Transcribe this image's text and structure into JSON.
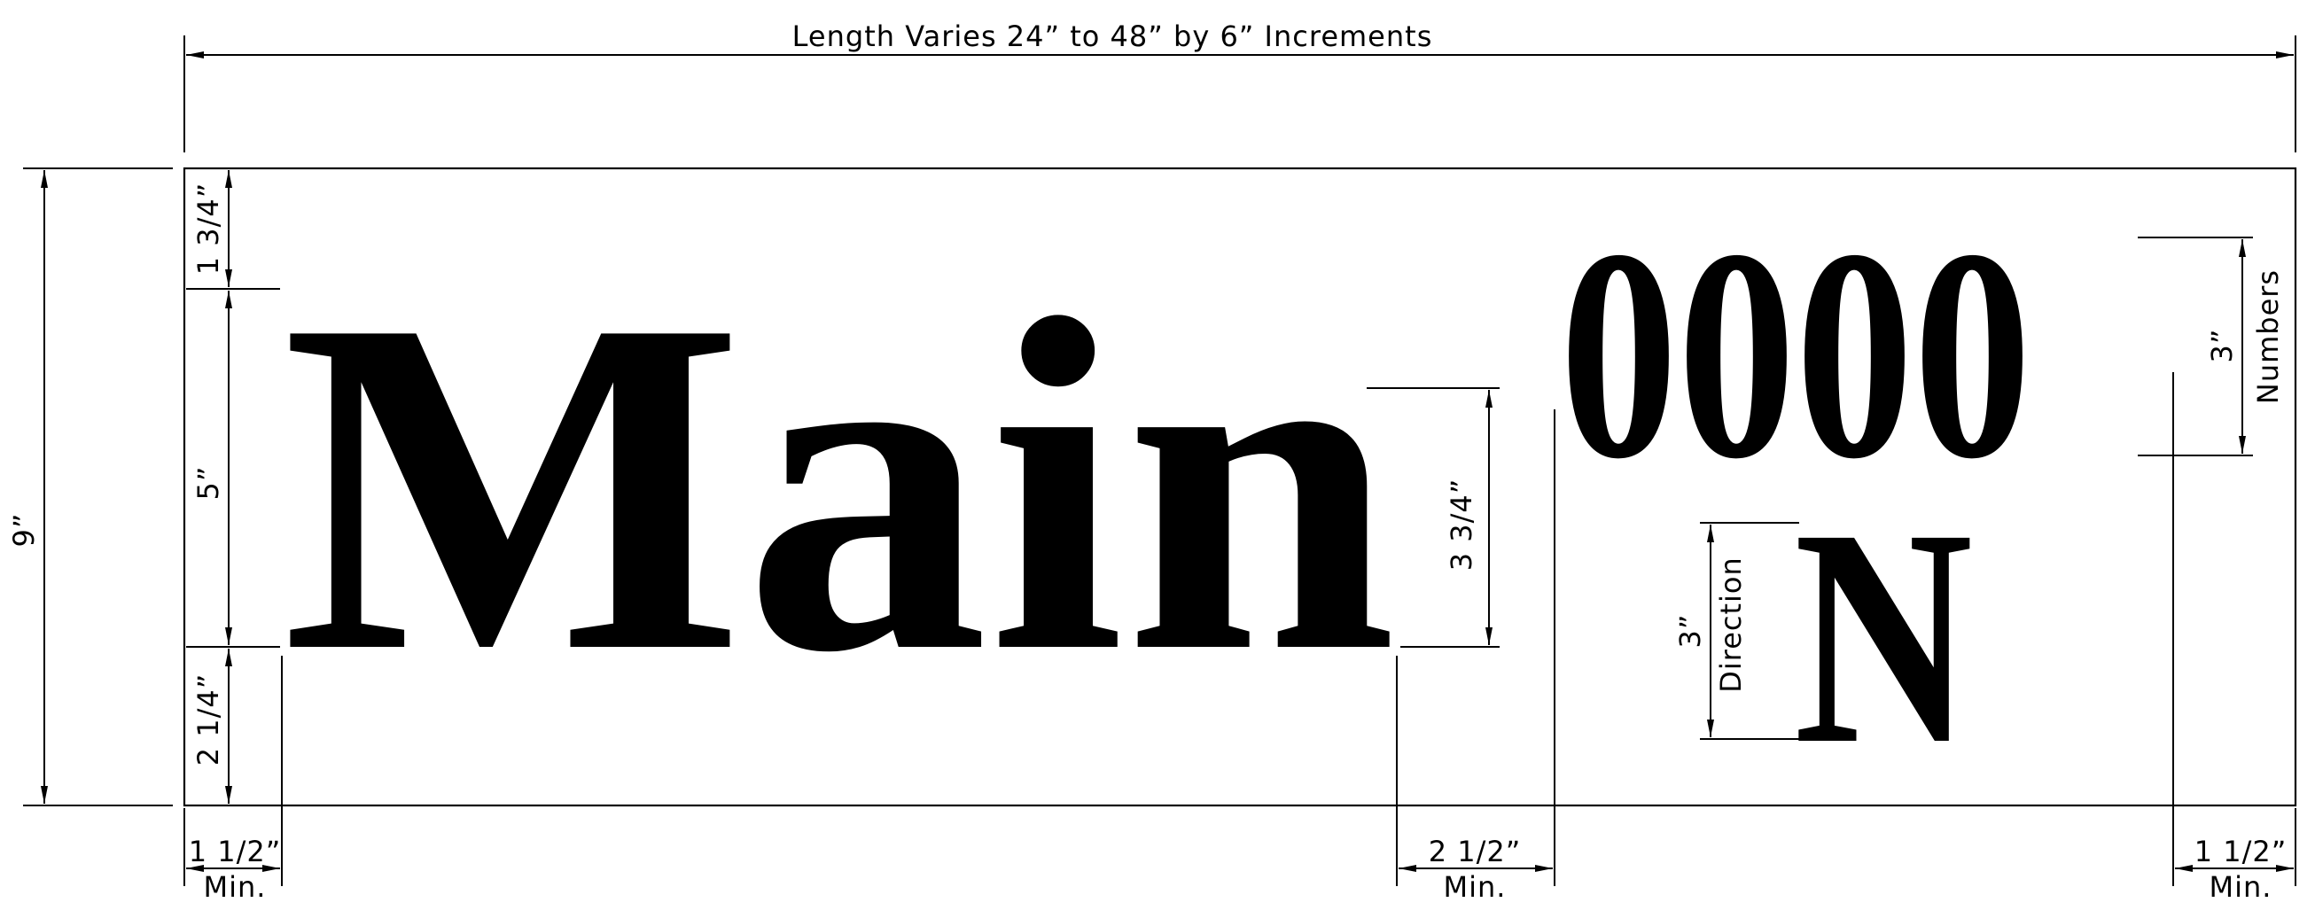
{
  "dimensions": {
    "length": "Length Varies 24” to 48” by 6” Increments",
    "height": "9”",
    "top_margin": "1 3/4”",
    "main_letter_height": "5”",
    "bottom_margin": "2 1/4”",
    "lowercase_height": "3 3/4”",
    "numbers_height": "3”",
    "numbers_label": "Numbers",
    "direction_height": "3”",
    "direction_label": "Direction",
    "left_margin": "1 1/2”",
    "left_margin_min": "Min.",
    "gap": "2 1/2”",
    "gap_min": "Min.",
    "right_margin": "1 1/2”",
    "right_margin_min": "Min."
  },
  "sign": {
    "street_name": "Main",
    "block_number": "0000",
    "direction": "N"
  }
}
